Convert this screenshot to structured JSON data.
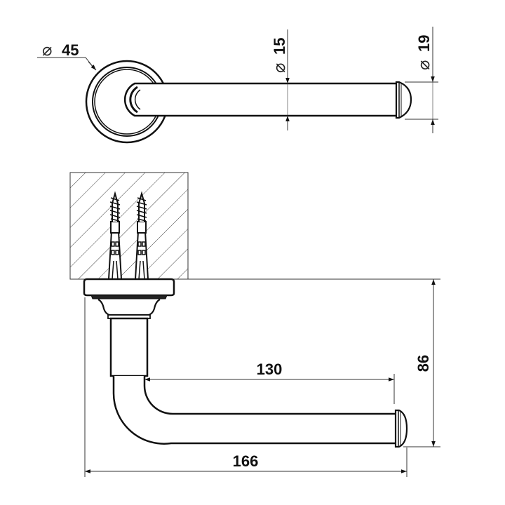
{
  "drawing": {
    "title": "Toilet roll holder technical drawing",
    "line_color": "#111111",
    "dim_line_color": "#333333",
    "background": "#ffffff"
  },
  "top_view": {
    "rosette_diameter": {
      "symbol": "⌀",
      "value": "45"
    },
    "bar_diameter": {
      "symbol": "⌀",
      "value": "15"
    },
    "end_cap_diameter": {
      "symbol": "⌀",
      "value": "19"
    }
  },
  "side_view": {
    "wall_section": {
      "hatch": "diagonal",
      "fixings": 2,
      "fixing_type": "screw-and-wall-plug"
    },
    "dimensions": {
      "bar_length": "130",
      "total_length": "166",
      "projection_height": "86"
    }
  }
}
